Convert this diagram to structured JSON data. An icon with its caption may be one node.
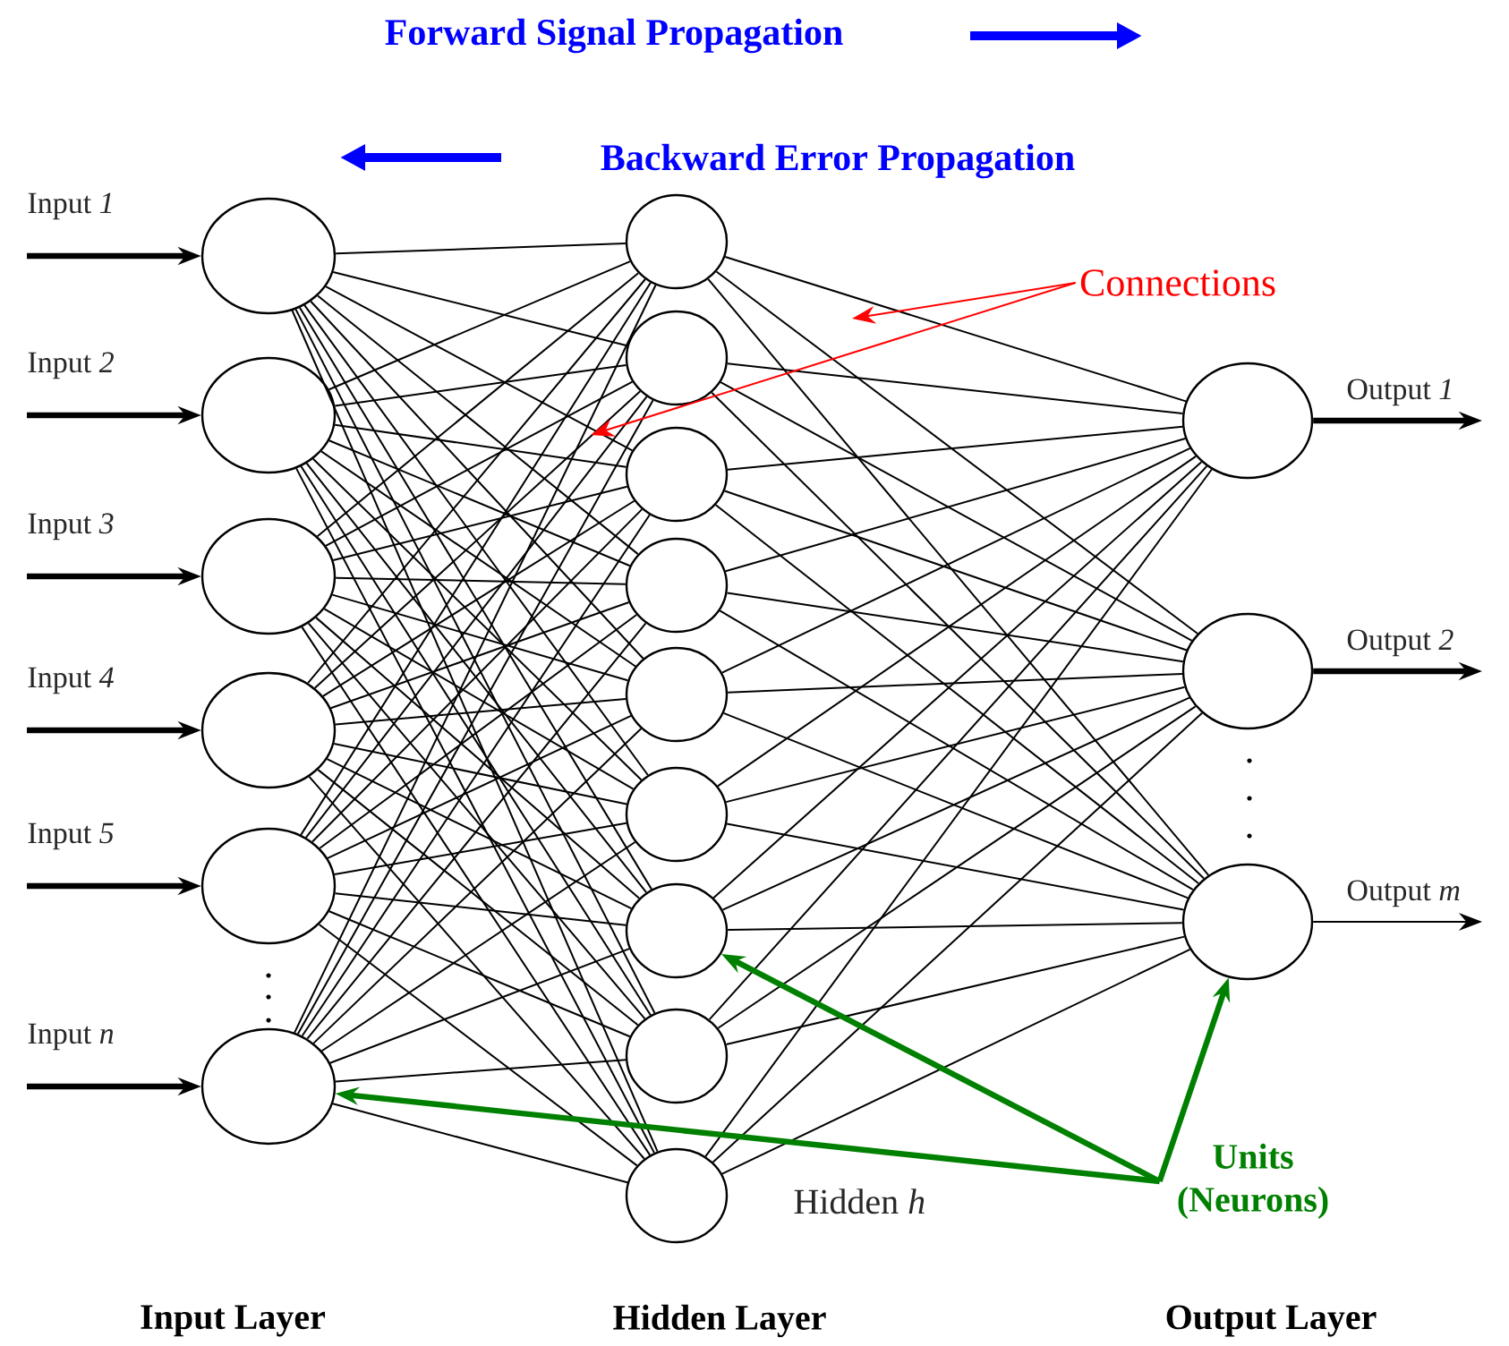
{
  "diagram": {
    "nodes": [
      {
        "text": [],
        "shape": "circle",
        "beside": [
          "Input *1*"
        ]
      },
      {
        "text": [],
        "shape": "circle",
        "beside": [
          "Input *2*"
        ]
      },
      {
        "text": [],
        "shape": "circle",
        "beside": [
          "Input *3*"
        ]
      },
      {
        "text": [],
        "shape": "circle",
        "beside": [
          "Input *4*"
        ]
      },
      {
        "text": [],
        "shape": "circle",
        "beside": [
          "Input *5*"
        ]
      },
      {
        "text": [],
        "shape": "circle",
        "beside": [
          "Input *n*"
        ]
      },
      {
        "text": [],
        "shape": "circle"
      },
      {
        "text": [],
        "shape": "circle"
      },
      {
        "text": [],
        "shape": "circle"
      },
      {
        "text": [],
        "shape": "circle"
      },
      {
        "text": [],
        "shape": "circle"
      },
      {
        "text": [],
        "shape": "circle"
      },
      {
        "text": [],
        "shape": "circle"
      },
      {
        "text": [],
        "shape": "circle"
      },
      {
        "text": [],
        "shape": "circle",
        "beside": [
          "Hidden *h*"
        ]
      },
      {
        "text": [],
        "shape": "circle",
        "beside": [
          "Output *1*"
        ]
      },
      {
        "text": [],
        "shape": "circle",
        "beside": [
          "Output *2*"
        ]
      },
      {
        "text": [],
        "shape": "circle",
        "beside": [
          "Output *m*"
        ]
      },
      {
        "text": [
          "Connections"
        ]
      },
      {
        "text": [
          "Units (Neurons)"
        ]
      }
    ],
    "edges": [
      {
        "from": null,
        "to": 0,
        "arrow": "to",
        "style": "thick"
      },
      {
        "from": null,
        "to": 1,
        "arrow": "to",
        "style": "thick"
      },
      {
        "from": null,
        "to": 2,
        "arrow": "to",
        "style": "thick"
      },
      {
        "from": null,
        "to": 3,
        "arrow": "to",
        "style": "thick"
      },
      {
        "from": null,
        "to": 4,
        "arrow": "to",
        "style": "thick"
      },
      {
        "from": null,
        "to": 5,
        "arrow": "to",
        "style": "thick"
      },
      {
        "from": 0,
        "to": 6,
        "arrow": "none"
      },
      {
        "from": 0,
        "to": 7,
        "arrow": "none"
      },
      {
        "from": 0,
        "to": 8,
        "arrow": "none"
      },
      {
        "from": 0,
        "to": 9,
        "arrow": "none"
      },
      {
        "from": 0,
        "to": 10,
        "arrow": "none"
      },
      {
        "from": 0,
        "to": 11,
        "arrow": "none"
      },
      {
        "from": 0,
        "to": 12,
        "arrow": "none"
      },
      {
        "from": 0,
        "to": 13,
        "arrow": "none"
      },
      {
        "from": 0,
        "to": 14,
        "arrow": "none"
      },
      {
        "from": 1,
        "to": 6,
        "arrow": "none"
      },
      {
        "from": 1,
        "to": 7,
        "arrow": "none"
      },
      {
        "from": 1,
        "to": 8,
        "arrow": "none"
      },
      {
        "from": 1,
        "to": 9,
        "arrow": "none"
      },
      {
        "from": 1,
        "to": 10,
        "arrow": "none"
      },
      {
        "from": 1,
        "to": 11,
        "arrow": "none"
      },
      {
        "from": 1,
        "to": 12,
        "arrow": "none"
      },
      {
        "from": 1,
        "to": 13,
        "arrow": "none"
      },
      {
        "from": 1,
        "to": 14,
        "arrow": "none"
      },
      {
        "from": 2,
        "to": 6,
        "arrow": "none"
      },
      {
        "from": 2,
        "to": 7,
        "arrow": "none"
      },
      {
        "from": 2,
        "to": 8,
        "arrow": "none"
      },
      {
        "from": 2,
        "to": 9,
        "arrow": "none"
      },
      {
        "from": 2,
        "to": 10,
        "arrow": "none"
      },
      {
        "from": 2,
        "to": 11,
        "arrow": "none"
      },
      {
        "from": 2,
        "to": 12,
        "arrow": "none"
      },
      {
        "from": 2,
        "to": 13,
        "arrow": "none"
      },
      {
        "from": 2,
        "to": 14,
        "arrow": "none"
      },
      {
        "from": 3,
        "to": 6,
        "arrow": "none"
      },
      {
        "from": 3,
        "to": 7,
        "arrow": "none"
      },
      {
        "from": 3,
        "to": 8,
        "arrow": "none"
      },
      {
        "from": 3,
        "to": 9,
        "arrow": "none"
      },
      {
        "from": 3,
        "to": 10,
        "arrow": "none"
      },
      {
        "from": 3,
        "to": 11,
        "arrow": "none"
      },
      {
        "from": 3,
        "to": 12,
        "arrow": "none"
      },
      {
        "from": 3,
        "to": 13,
        "arrow": "none"
      },
      {
        "from": 3,
        "to": 14,
        "arrow": "none"
      },
      {
        "from": 4,
        "to": 6,
        "arrow": "none"
      },
      {
        "from": 4,
        "to": 7,
        "arrow": "none"
      },
      {
        "from": 4,
        "to": 8,
        "arrow": "none"
      },
      {
        "from": 4,
        "to": 9,
        "arrow": "none"
      },
      {
        "from": 4,
        "to": 10,
        "arrow": "none"
      },
      {
        "from": 4,
        "to": 11,
        "arrow": "none"
      },
      {
        "from": 4,
        "to": 12,
        "arrow": "none"
      },
      {
        "from": 4,
        "to": 13,
        "arrow": "none"
      },
      {
        "from": 4,
        "to": 14,
        "arrow": "none"
      },
      {
        "from": 5,
        "to": 6,
        "arrow": "none"
      },
      {
        "from": 5,
        "to": 7,
        "arrow": "none"
      },
      {
        "from": 5,
        "to": 8,
        "arrow": "none"
      },
      {
        "from": 5,
        "to": 9,
        "arrow": "none"
      },
      {
        "from": 5,
        "to": 10,
        "arrow": "none"
      },
      {
        "from": 5,
        "to": 11,
        "arrow": "none"
      },
      {
        "from": 5,
        "to": 12,
        "arrow": "none"
      },
      {
        "from": 5,
        "to": 13,
        "arrow": "none"
      },
      {
        "from": 5,
        "to": 14,
        "arrow": "none"
      },
      {
        "from": 6,
        "to": 15,
        "arrow": "none"
      },
      {
        "from": 6,
        "to": 16,
        "arrow": "none"
      },
      {
        "from": 6,
        "to": 17,
        "arrow": "none"
      },
      {
        "from": 7,
        "to": 15,
        "arrow": "none"
      },
      {
        "from": 7,
        "to": 16,
        "arrow": "none"
      },
      {
        "from": 7,
        "to": 17,
        "arrow": "none"
      },
      {
        "from": 8,
        "to": 15,
        "arrow": "none"
      },
      {
        "from": 8,
        "to": 16,
        "arrow": "none"
      },
      {
        "from": 8,
        "to": 17,
        "arrow": "none"
      },
      {
        "from": 9,
        "to": 15,
        "arrow": "none"
      },
      {
        "from": 9,
        "to": 16,
        "arrow": "none"
      },
      {
        "from": 9,
        "to": 17,
        "arrow": "none"
      },
      {
        "from": 10,
        "to": 15,
        "arrow": "none"
      },
      {
        "from": 10,
        "to": 16,
        "arrow": "none"
      },
      {
        "from": 10,
        "to": 17,
        "arrow": "none"
      },
      {
        "from": 11,
        "to": 15,
        "arrow": "none"
      },
      {
        "from": 11,
        "to": 16,
        "arrow": "none"
      },
      {
        "from": 11,
        "to": 17,
        "arrow": "none"
      },
      {
        "from": 12,
        "to": 15,
        "arrow": "none"
      },
      {
        "from": 12,
        "to": 16,
        "arrow": "none"
      },
      {
        "from": 12,
        "to": 17,
        "arrow": "none"
      },
      {
        "from": 13,
        "to": 15,
        "arrow": "none"
      },
      {
        "from": 13,
        "to": 16,
        "arrow": "none"
      },
      {
        "from": 13,
        "to": 17,
        "arrow": "none"
      },
      {
        "from": 14,
        "to": 15,
        "arrow": "none"
      },
      {
        "from": 14,
        "to": 16,
        "arrow": "none"
      },
      {
        "from": 14,
        "to": 17,
        "arrow": "none"
      },
      {
        "from": 15,
        "to": null,
        "arrow": "to",
        "style": "thick"
      },
      {
        "from": 16,
        "to": null,
        "arrow": "to",
        "style": "thick"
      },
      {
        "from": 17,
        "to": null,
        "arrow": "to"
      },
      {
        "from": 18,
        "to": null,
        "arrow": "to",
        "color": "#ff0000"
      },
      {
        "from": 18,
        "to": null,
        "arrow": "to",
        "color": "#ff0000"
      },
      {
        "from": 19,
        "to": 5,
        "arrow": "to",
        "style": "thick",
        "color": "#008000"
      },
      {
        "from": 19,
        "to": 12,
        "arrow": "to",
        "style": "thick",
        "color": "#008000"
      },
      {
        "from": 19,
        "to": 17,
        "arrow": "to",
        "style": "thick",
        "color": "#008000"
      }
    ],
    "labels": [
      "Forward Signal Propagation",
      "Backward Error Propagation",
      "Input Layer",
      "Hidden Layer",
      "Output Layer"
    ]
  }
}
